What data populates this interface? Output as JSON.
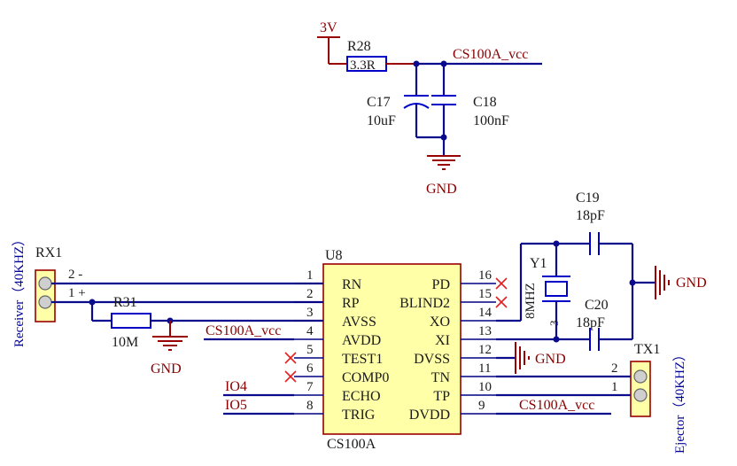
{
  "power": {
    "v3": "3V",
    "vcc": "CS100A_vcc",
    "gnd": "GND"
  },
  "components": {
    "r28": {
      "ref": "R28",
      "value": "3.3R"
    },
    "c17": {
      "ref": "C17",
      "value": "10uF"
    },
    "c18": {
      "ref": "C18",
      "value": "100nF"
    },
    "c19": {
      "ref": "C19",
      "value": "18pF"
    },
    "c20": {
      "ref": "C20",
      "value": "18pF"
    },
    "r31": {
      "ref": "R31",
      "value": "10M"
    },
    "y1": {
      "ref": "Y1",
      "value": "8MHZ",
      "pin3": "3"
    },
    "rx1": {
      "ref": "RX1",
      "desc": "Receiver（40KHZ）",
      "pin2": "2 -",
      "pin1": "1 +"
    },
    "tx1": {
      "ref": "TX1",
      "desc": "Ejector（40KHZ）",
      "pin2": "2",
      "pin1": "1"
    },
    "u8": {
      "ref": "U8",
      "part": "CS100A",
      "left_pins": [
        {
          "num": "1",
          "name": "RN"
        },
        {
          "num": "2",
          "name": "RP"
        },
        {
          "num": "3",
          "name": "AVSS"
        },
        {
          "num": "4",
          "name": "AVDD"
        },
        {
          "num": "5",
          "name": "TEST1"
        },
        {
          "num": "6",
          "name": "COMP0"
        },
        {
          "num": "7",
          "name": "ECHO"
        },
        {
          "num": "8",
          "name": "TRIG"
        }
      ],
      "right_pins": [
        {
          "num": "16",
          "name": "PD"
        },
        {
          "num": "15",
          "name": "BLIND2"
        },
        {
          "num": "14",
          "name": "XO"
        },
        {
          "num": "13",
          "name": "XI"
        },
        {
          "num": "12",
          "name": "DVSS"
        },
        {
          "num": "11",
          "name": "TN"
        },
        {
          "num": "10",
          "name": "TP"
        },
        {
          "num": "9",
          "name": "DVDD"
        }
      ]
    }
  },
  "nets": {
    "io4": "IO4",
    "io5": "IO5"
  }
}
